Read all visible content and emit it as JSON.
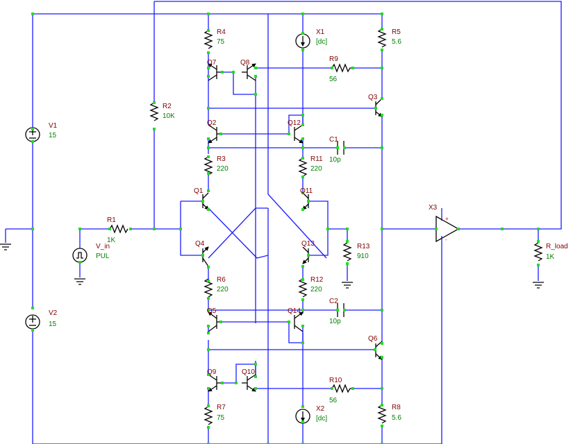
{
  "components": [
    {
      "id": "V1",
      "ref": "V1",
      "value": "15"
    },
    {
      "id": "V2",
      "ref": "V2",
      "value": "15"
    },
    {
      "id": "R1",
      "ref": "R1",
      "value": "1K"
    },
    {
      "id": "V_in",
      "ref": "V_in",
      "value": "PUL"
    },
    {
      "id": "R2",
      "ref": "R2",
      "value": "10K"
    },
    {
      "id": "R4",
      "ref": "R4",
      "value": "75"
    },
    {
      "id": "Q7",
      "ref": "Q7",
      "value": ""
    },
    {
      "id": "Q8",
      "ref": "Q8",
      "value": ""
    },
    {
      "id": "Q2",
      "ref": "Q2",
      "value": ""
    },
    {
      "id": "R3",
      "ref": "R3",
      "value": "220"
    },
    {
      "id": "Q1",
      "ref": "Q1",
      "value": ""
    },
    {
      "id": "Q4",
      "ref": "Q4",
      "value": ""
    },
    {
      "id": "R6",
      "ref": "R6",
      "value": "220"
    },
    {
      "id": "Q5",
      "ref": "Q5",
      "value": ""
    },
    {
      "id": "Q9",
      "ref": "Q9",
      "value": ""
    },
    {
      "id": "Q10",
      "ref": "Q10",
      "value": ""
    },
    {
      "id": "R7",
      "ref": "R7",
      "value": "75"
    },
    {
      "id": "X1",
      "ref": "X1",
      "value": "[dc]"
    },
    {
      "id": "X2",
      "ref": "X2",
      "value": "[dc]"
    },
    {
      "id": "Q12",
      "ref": "Q12",
      "value": ""
    },
    {
      "id": "R11",
      "ref": "R11",
      "value": "220"
    },
    {
      "id": "Q11",
      "ref": "Q11",
      "value": ""
    },
    {
      "id": "Q13",
      "ref": "Q13",
      "value": ""
    },
    {
      "id": "R12",
      "ref": "R12",
      "value": "220"
    },
    {
      "id": "Q14",
      "ref": "Q14",
      "value": ""
    },
    {
      "id": "R13",
      "ref": "R13",
      "value": "910"
    },
    {
      "id": "R9",
      "ref": "R9",
      "value": "56"
    },
    {
      "id": "C1",
      "ref": "C1",
      "value": "10p"
    },
    {
      "id": "C2",
      "ref": "C2",
      "value": "10p"
    },
    {
      "id": "R10",
      "ref": "R10",
      "value": "56"
    },
    {
      "id": "R5",
      "ref": "R5",
      "value": "5.6"
    },
    {
      "id": "Q3",
      "ref": "Q3",
      "value": ""
    },
    {
      "id": "Q6",
      "ref": "Q6",
      "value": ""
    },
    {
      "id": "R8",
      "ref": "R8",
      "value": "5.6"
    },
    {
      "id": "X3",
      "ref": "X3",
      "value": ""
    },
    {
      "id": "R_load",
      "ref": "R_load",
      "value": "1K"
    }
  ],
  "opamp_pins": {
    "plus": "+",
    "minus": "-"
  }
}
